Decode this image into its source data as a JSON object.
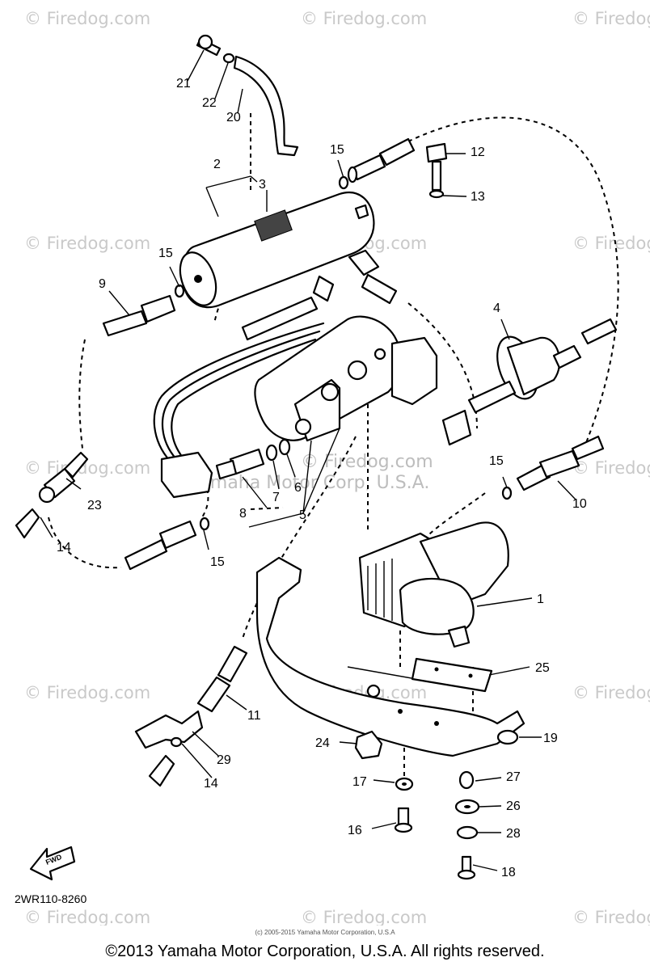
{
  "watermark": {
    "text": "© Firedog.com",
    "center_text": "© Firedog.com",
    "center_sub": "Yamaha Motor Corp, U.S.A."
  },
  "callouts": [
    "1",
    "2",
    "3",
    "4",
    "5",
    "6",
    "7",
    "8",
    "9",
    "10",
    "11",
    "12",
    "13",
    "14",
    "15",
    "16",
    "17",
    "18",
    "19",
    "20",
    "21",
    "22",
    "23",
    "24",
    "25",
    "26",
    "27",
    "28",
    "29"
  ],
  "callout_labels": {
    "n1": "1",
    "n2": "2",
    "n3": "3",
    "n4": "4",
    "n5": "5",
    "n6": "6",
    "n7": "7",
    "n8": "8",
    "n9": "9",
    "n10": "10",
    "n11": "11",
    "n12": "12",
    "n13": "13",
    "n14a": "14",
    "n14b": "14",
    "n15a": "15",
    "n15b": "15",
    "n15c": "15",
    "n15d": "15",
    "n16": "16",
    "n17": "17",
    "n18": "18",
    "n19": "19",
    "n20": "20",
    "n21": "21",
    "n22": "22",
    "n23": "23",
    "n24": "24",
    "n25": "25",
    "n26": "26",
    "n27": "27",
    "n28": "28",
    "n29": "29"
  },
  "arrow_label": "FWD",
  "diagram_code": "2WR110-8260",
  "small_copyright": "(c) 2005-2015 Yamaha Motor Corporation, U.S.A",
  "footer": "©2013 Yamaha Motor Corporation, U.S.A. All rights reserved."
}
